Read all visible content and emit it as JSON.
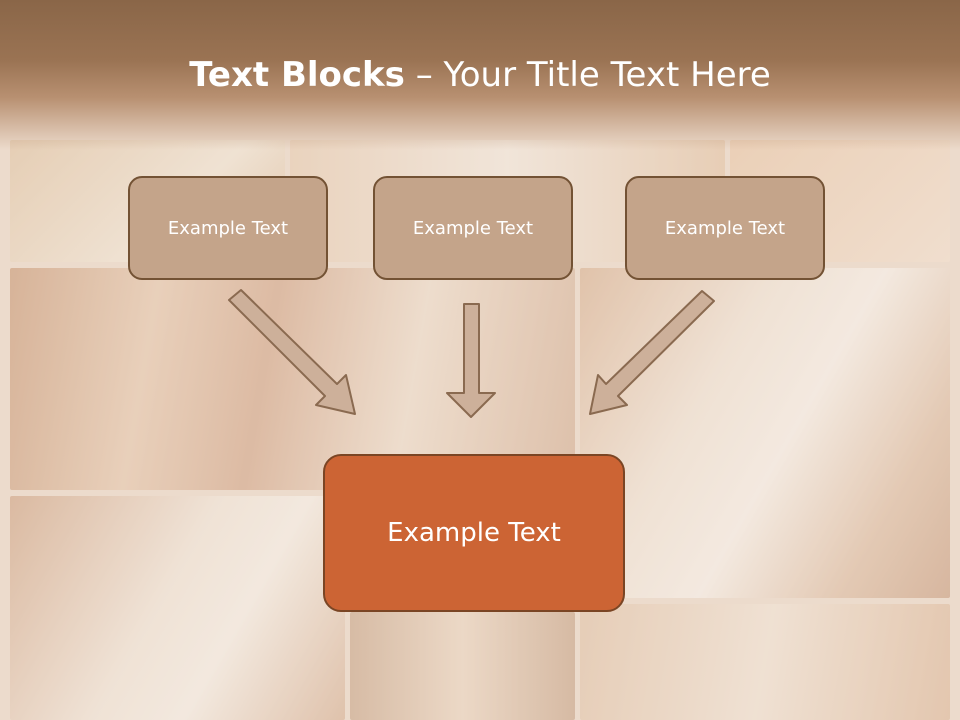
{
  "slide": {
    "title_bold": "Text Blocks",
    "title_rest": " – Your Title Text Here"
  },
  "blocks": [
    {
      "label": "Example Text"
    },
    {
      "label": "Example Text"
    },
    {
      "label": "Example Text"
    }
  ],
  "main_block": {
    "label": "Example Text"
  },
  "colors": {
    "box_fill": "#c4a48a",
    "box_border": "#735234",
    "main_fill": "#cc6434",
    "arrow_fill": "#cdb09a",
    "arrow_stroke": "#8a6a50",
    "title_band": "#8a6648"
  }
}
